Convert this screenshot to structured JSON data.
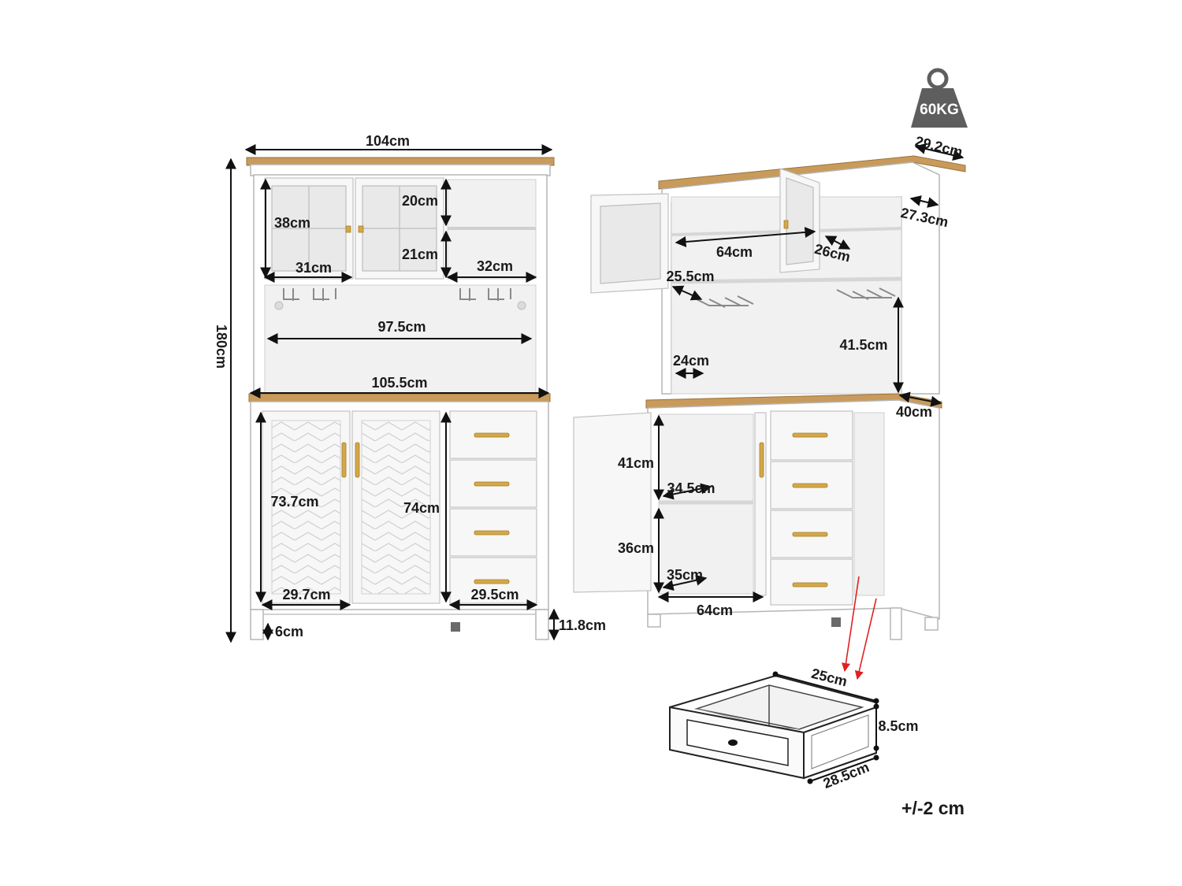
{
  "front_view": {
    "overall_width": "104cm",
    "overall_height": "180cm",
    "glass_door_height": "38cm",
    "upper_shelf_height": "20cm",
    "lower_shelf_height": "21cm",
    "glass_door_width": "31cm",
    "open_shelf_width": "32cm",
    "hutch_inner_width": "97.5cm",
    "countertop_width": "105.5cm",
    "base_door_height": "73.7cm",
    "drawer_stack_height": "74cm",
    "base_door_width": "29.7cm",
    "drawer_width": "29.5cm",
    "foot_height": "6cm",
    "base_clearance": "11.8cm"
  },
  "side_view": {
    "weight_capacity": "60KG",
    "top_depth": "29.2cm",
    "hutch_depth": "27.3cm",
    "shelf_width": "64cm",
    "shelf_depth": "26cm",
    "door_cabinet_depth": "25.5cm",
    "hutch_opening_height": "41.5cm",
    "hutch_gap": "24cm",
    "base_depth": "40cm",
    "cabinet_upper_height": "41cm",
    "cabinet_shelf_width": "34.5cm",
    "cabinet_lower_height": "36cm",
    "cabinet_lower_depth": "35cm",
    "cabinet_inner_width": "64cm"
  },
  "drawer_detail": {
    "width": "25cm",
    "height": "8.5cm",
    "depth": "28.5cm"
  },
  "tolerance_note": "+/-2 cm",
  "colors": {
    "wood_top": "#c89b5c",
    "handle_gold": "#d4a84a",
    "weight_icon": "#5e5e5e",
    "pointer_red": "#e02020"
  }
}
